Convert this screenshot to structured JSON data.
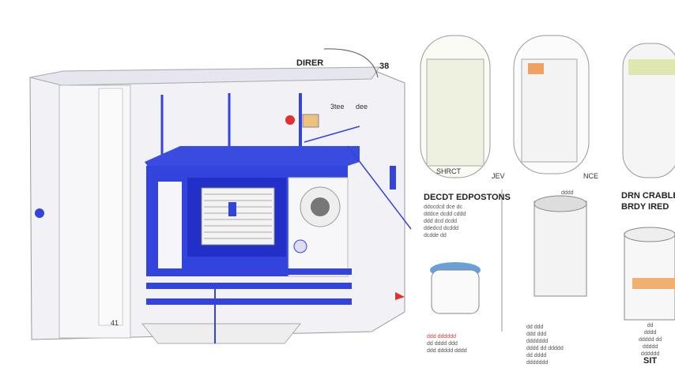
{
  "colors": {
    "accent": "#3344dd",
    "outline": "#555555",
    "panel": "#f2f2f6",
    "highlight_red": "#e03030",
    "highlight_orange": "#f0b070"
  },
  "machine": {
    "top_label": "DIRER",
    "corner_label": "38",
    "panel_labels": [
      "3tee",
      "dee"
    ],
    "base_label": "41"
  },
  "panels": [
    {
      "caption": "SHRCT",
      "side": "JEV"
    },
    {
      "caption": "NCE",
      "side": ""
    },
    {
      "caption": "",
      "side": ""
    }
  ],
  "section_left": {
    "title": "DECDT EDPOSTONS",
    "body": [
      "ddocdcd dce dc",
      "dddce dcdd cddd",
      "ddd dcd dcdd",
      "ddedcd dcddd",
      "dcdde dd"
    ],
    "footer": [
      "ddd dddddd",
      "dd dddd ddd",
      "ddd ddddd dddd"
    ]
  },
  "section_mid": {
    "top_label": "dddd",
    "footer": [
      "dd ddd",
      "ddd ddd",
      "ddddddd",
      "dddd dd ddddd",
      "dd dddd",
      "ddddddd"
    ]
  },
  "section_right": {
    "title_line1": "DRN CRABLE",
    "title_line2": "BRDY IRED",
    "footer": [
      "dd",
      "dddd",
      "ddddd dd",
      "ddddd",
      "dddddd",
      "SIT"
    ]
  }
}
